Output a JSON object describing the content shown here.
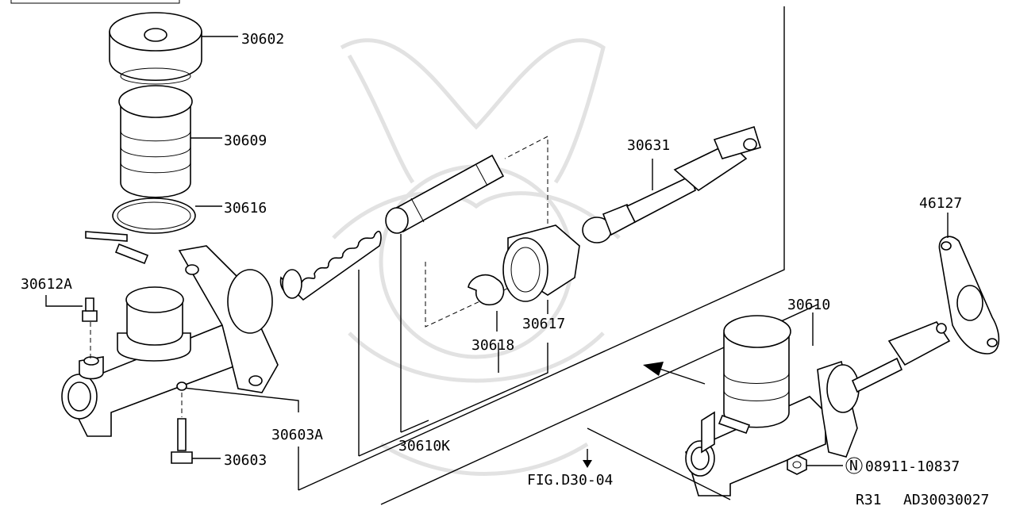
{
  "callouts": [
    {
      "id": "30602",
      "text": "30602"
    },
    {
      "id": "30609",
      "text": "30609"
    },
    {
      "id": "30616",
      "text": "30616"
    },
    {
      "id": "30612A",
      "text": "30612A"
    },
    {
      "id": "30603A",
      "text": "30603A"
    },
    {
      "id": "30603",
      "text": "30603"
    },
    {
      "id": "30610K",
      "text": "30610K"
    },
    {
      "id": "30618",
      "text": "30618"
    },
    {
      "id": "30617",
      "text": "30617"
    },
    {
      "id": "30631",
      "text": "30631"
    },
    {
      "id": "46127",
      "text": "46127"
    },
    {
      "id": "30610",
      "text": "30610"
    },
    {
      "id": "08911-10837",
      "text": "08911-10837",
      "prefix_symbol": "N"
    },
    {
      "id": "fig-ref",
      "text": "FIG.D30-04"
    }
  ],
  "footer": {
    "model_code": "R31",
    "diagram_code": "AD30030027"
  }
}
